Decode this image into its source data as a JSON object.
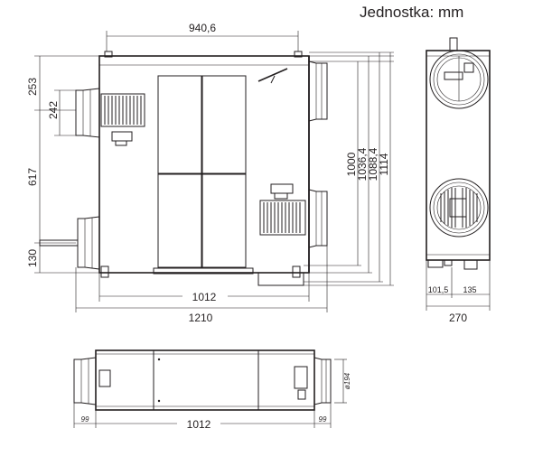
{
  "unit_label": "Jednostka: mm",
  "front_view": {
    "dims": {
      "top_width": "940,6",
      "left_upper": "253",
      "left_port": "242",
      "left_middle": "617",
      "left_lower": "130",
      "right_1": "1000",
      "right_2": "1036,4",
      "right_3": "1088,4",
      "right_4": "1114",
      "bottom_inner": "1012",
      "bottom_outer": "1210"
    }
  },
  "side_view": {
    "dims": {
      "bottom_left": "101,5",
      "bottom_right": "135",
      "total_width": "270"
    }
  },
  "top_view": {
    "dims": {
      "left_stub": "99",
      "body_width": "1012",
      "right_stub": "99",
      "duct_diameter": "ø194"
    }
  },
  "colors": {
    "line": "#231f20",
    "body_fill": "#ececec",
    "panel_fill": "#dcdcdc",
    "fan_fill": "#e4e4e4"
  }
}
